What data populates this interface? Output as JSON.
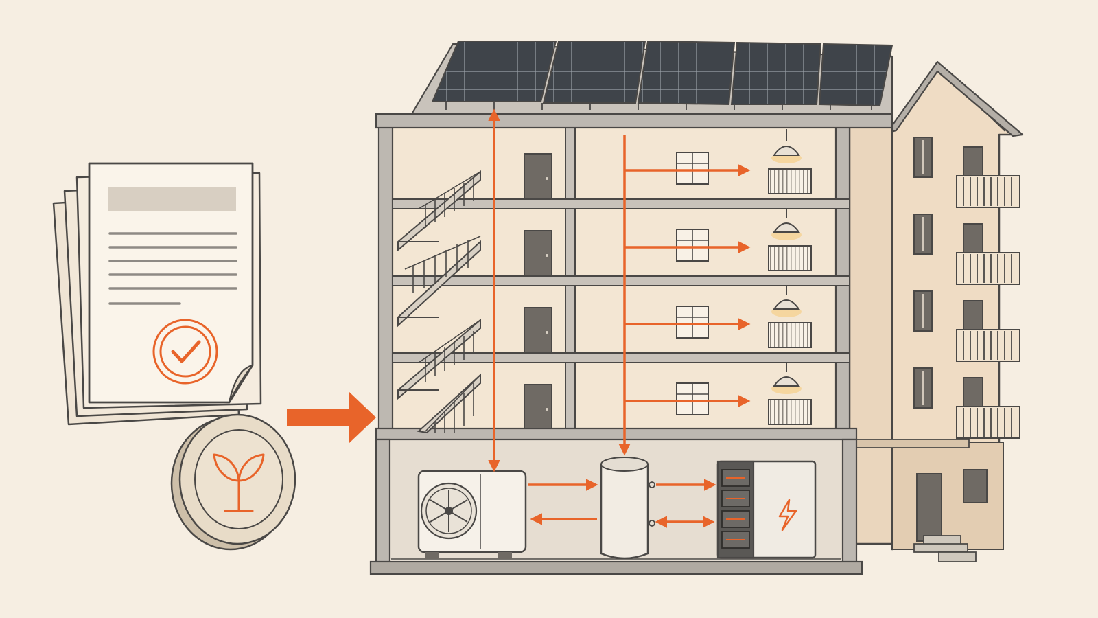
{
  "colors": {
    "background": "#f6eee2",
    "accent": "#e8642a",
    "outline": "#4a4846",
    "wall_light": "#f3e6d3",
    "wall_facade": "#efdcc4",
    "concrete": "#bdb8b1",
    "paper": "#faf4ea",
    "solar_cell": "#3f444a",
    "lamp_glow": "#f7c66b"
  },
  "icons": {
    "documents": "document-stack-icon",
    "approval": "checkmark-badge-icon",
    "funding": "coin-sprout-icon",
    "transition": "arrow-right-icon",
    "battery": "lightning-bolt-icon"
  },
  "flow": {
    "solar_to_heat_pump": "bidirectional",
    "heat_pump_to_storage_tank": "bidirectional",
    "storage_tank_to_battery": "bidirectional",
    "distribution_to_apartments": "one-way"
  },
  "building": {
    "floors": 4,
    "solar_panel_groups": 5
  }
}
